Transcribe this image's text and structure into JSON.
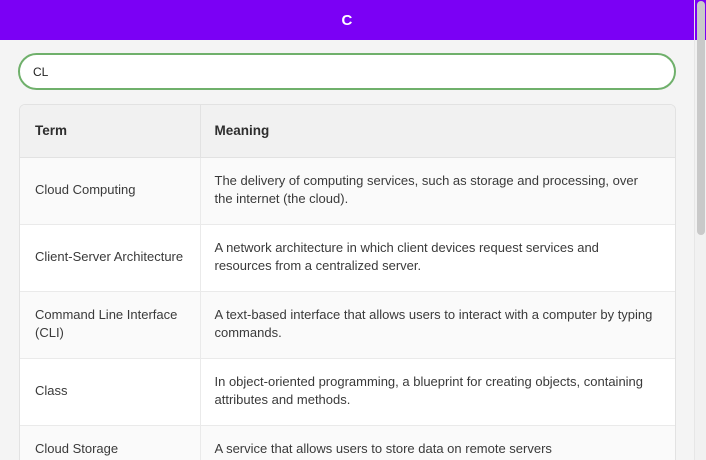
{
  "header": {
    "title": "C",
    "background_color": "#7B00F5",
    "text_color": "#FFFFFF"
  },
  "search": {
    "value": "CL",
    "placeholder": "",
    "border_color": "#6FB06B"
  },
  "table": {
    "columns": [
      "Term",
      "Meaning"
    ],
    "rows": [
      {
        "term": "Cloud Computing",
        "meaning": "The delivery of computing services, such as storage and processing, over the internet (the cloud)."
      },
      {
        "term": "Client-Server Architecture",
        "meaning": "A network architecture in which client devices request services and resources from a centralized server."
      },
      {
        "term": "Command Line Interface (CLI)",
        "meaning": "A text-based interface that allows users to interact with a computer by typing commands."
      },
      {
        "term": "Class",
        "meaning": "In object-oriented programming, a blueprint for creating objects, containing attributes and methods."
      },
      {
        "term": "Cloud Storage",
        "meaning": "A service that allows users to store data on remote servers"
      }
    ]
  }
}
